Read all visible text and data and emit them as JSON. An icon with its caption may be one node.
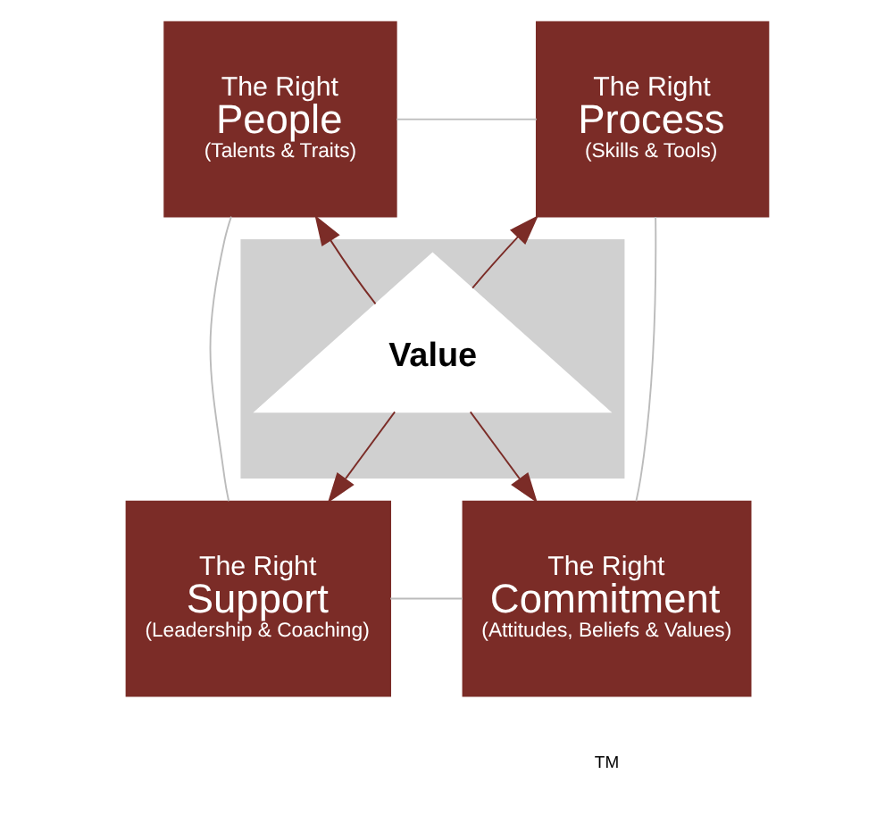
{
  "diagram": {
    "nodes": [
      {
        "text": [
          "The Right",
          "People",
          "(Talents & Traits)"
        ]
      },
      {
        "text": [
          "The Right",
          "Process",
          "(Skills & Tools)"
        ]
      },
      {
        "text": [],
        "shape": "box"
      },
      {
        "text": [
          "Value"
        ],
        "in": 2
      },
      {
        "text": [
          "The Right",
          "Support",
          "(Leadership & Coaching)"
        ]
      },
      {
        "text": [
          "The Right",
          "Commitment",
          "(Attitudes, Beliefs & Values)"
        ]
      }
    ],
    "edges": [
      {
        "from": 0,
        "to": 1,
        "arrow": "none"
      },
      {
        "from": 0,
        "to": 4,
        "arrow": "none"
      },
      {
        "from": 1,
        "to": 5,
        "arrow": "none"
      },
      {
        "from": 4,
        "to": 5,
        "arrow": "none"
      },
      {
        "from": 3,
        "to": 0,
        "arrow": "to",
        "color": "#7b2c27"
      },
      {
        "from": 3,
        "to": 1,
        "arrow": "to",
        "color": "#7b2c27"
      },
      {
        "from": 3,
        "to": 4,
        "arrow": "to",
        "color": "#7b2c27"
      },
      {
        "from": 3,
        "to": 5,
        "arrow": "to",
        "color": "#7b2c27"
      }
    ],
    "labels": [
      "TM"
    ]
  }
}
